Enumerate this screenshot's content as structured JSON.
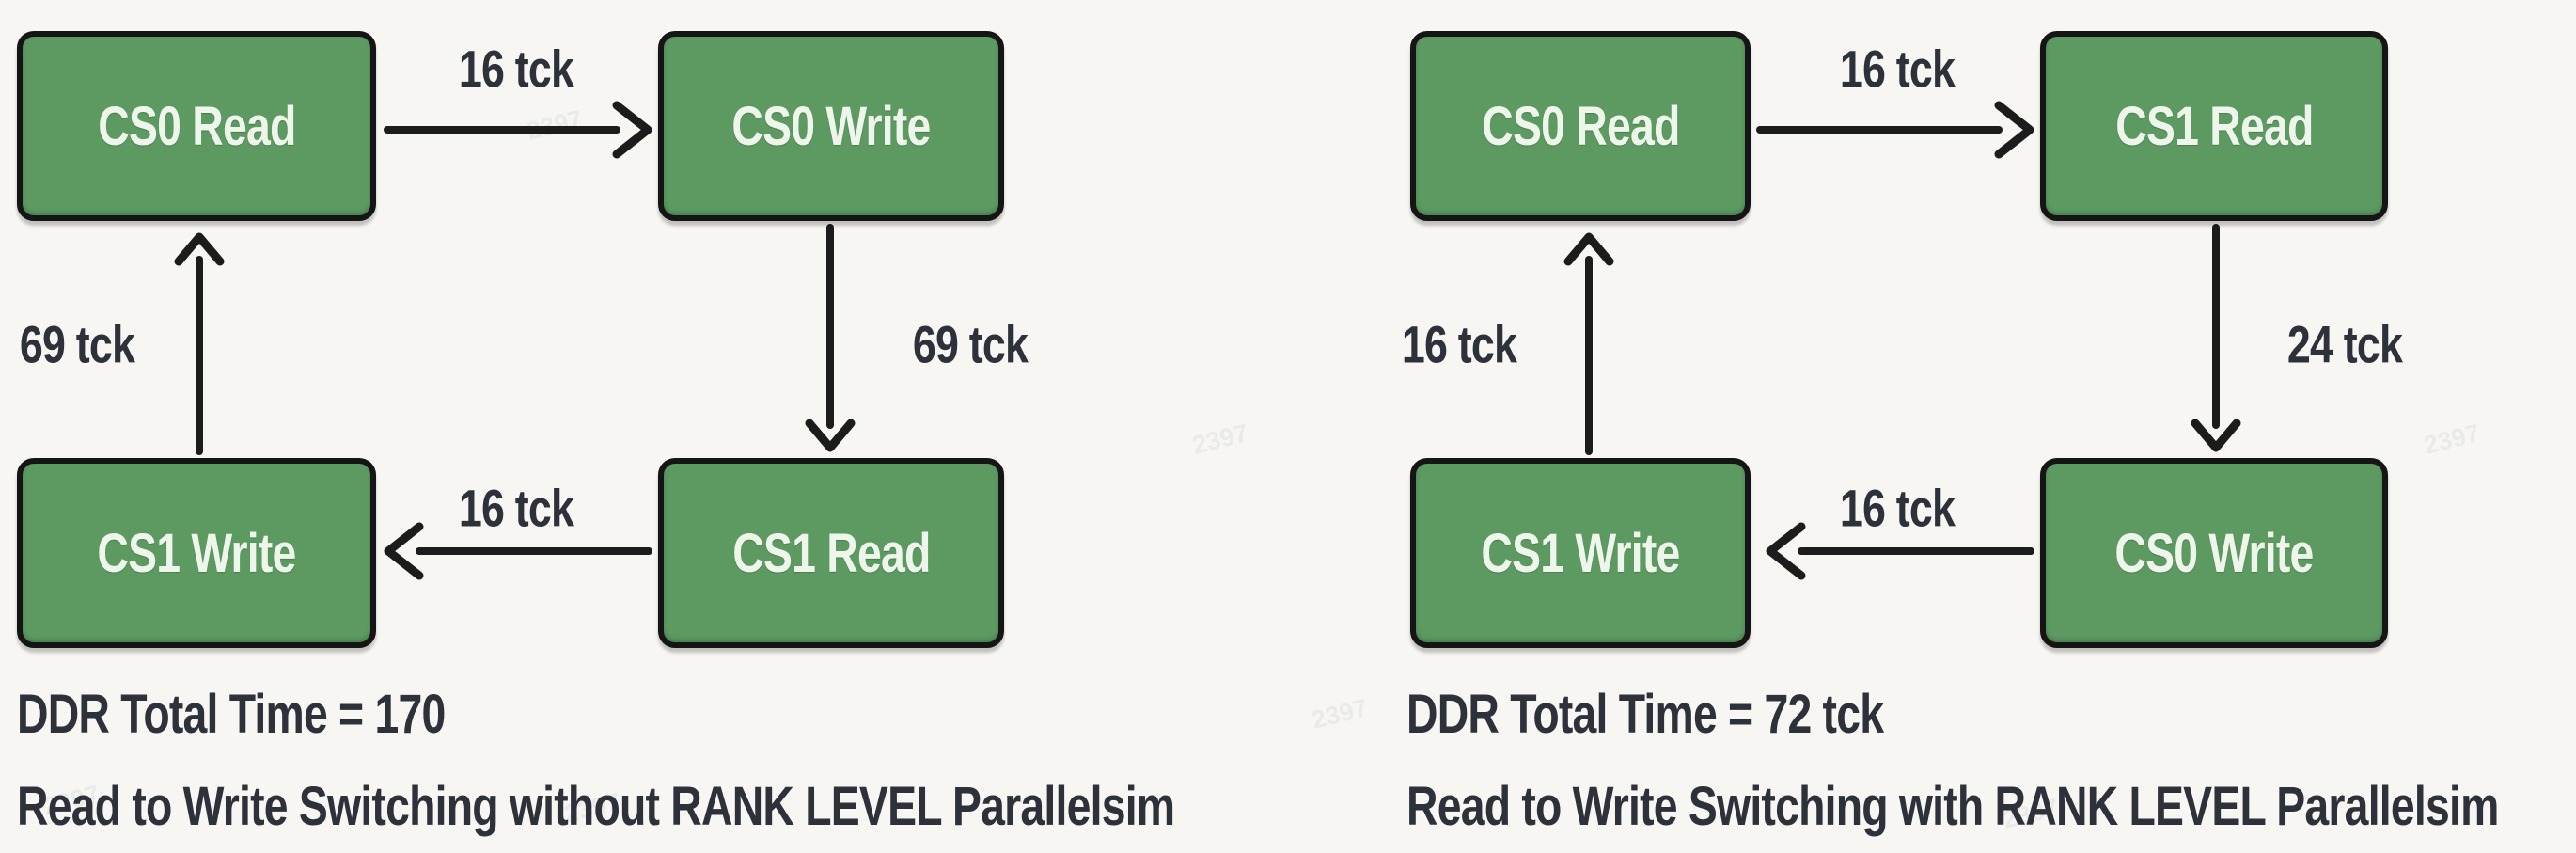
{
  "palette": {
    "background": "#f8f6f3",
    "box_fill": "#5c9a62",
    "box_border": "#151515",
    "box_text": "#eef5ea",
    "label_text": "#2d313a",
    "arrow": "#1c1c1c"
  },
  "watermark_text": "2397",
  "diagrams": [
    {
      "name": "without-rank-level-parallelism",
      "boxes": [
        {
          "position": "top-left",
          "label": "CS0 Read"
        },
        {
          "position": "top-right",
          "label": "CS0 Write"
        },
        {
          "position": "bottom-right",
          "label": "CS1 Read"
        },
        {
          "position": "bottom-left",
          "label": "CS1 Write"
        }
      ],
      "edges": [
        {
          "from": "CS0 Read",
          "to": "CS0 Write",
          "direction": "right",
          "label": "16 tck"
        },
        {
          "from": "CS0 Write",
          "to": "CS1 Read",
          "direction": "down",
          "label": "69 tck"
        },
        {
          "from": "CS1 Read",
          "to": "CS1 Write",
          "direction": "left",
          "label": "16 tck"
        },
        {
          "from": "CS1 Write",
          "to": "CS0 Read",
          "direction": "up",
          "label": "69 tck"
        }
      ],
      "total_line": "DDR Total Time = 170",
      "caption": "Read to Write Switching without RANK LEVEL Parallelsim"
    },
    {
      "name": "with-rank-level-parallelism",
      "boxes": [
        {
          "position": "top-left",
          "label": "CS0 Read"
        },
        {
          "position": "top-right",
          "label": "CS1 Read"
        },
        {
          "position": "bottom-right",
          "label": "CS0 Write"
        },
        {
          "position": "bottom-left",
          "label": "CS1 Write"
        }
      ],
      "edges": [
        {
          "from": "CS0 Read",
          "to": "CS1 Read",
          "direction": "right",
          "label": "16 tck"
        },
        {
          "from": "CS1 Read",
          "to": "CS0 Write",
          "direction": "down",
          "label": "24 tck"
        },
        {
          "from": "CS0 Write",
          "to": "CS1 Write",
          "direction": "left",
          "label": "16 tck"
        },
        {
          "from": "CS1 Write",
          "to": "CS0 Read",
          "direction": "up",
          "label": "16 tck"
        }
      ],
      "total_line": "DDR Total Time = 72 tck",
      "caption": "Read to Write Switching with RANK LEVEL Parallelsim"
    }
  ]
}
